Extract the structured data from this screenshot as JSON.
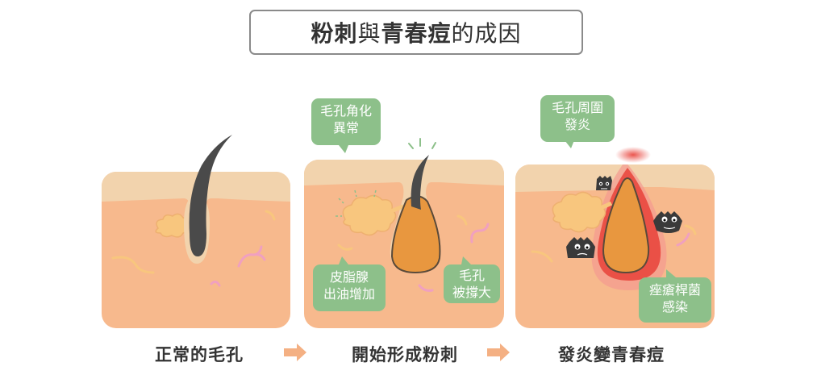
{
  "title": {
    "part1": "粉刺",
    "part2": "與",
    "part3": "青春痘",
    "part4": "的成因"
  },
  "stages": [
    {
      "label": "正常的毛孔"
    },
    {
      "label": "開始形成粉刺"
    },
    {
      "label": "發炎變青春痘"
    }
  ],
  "callouts": {
    "keratinization": "毛孔角化\n異常",
    "sebum": "皮脂腺\n出油增加",
    "pore_stretched": "毛孔\n被撐大",
    "inflammation": "毛孔周圍\n發炎",
    "bacteria": "痤瘡桿菌\n感染"
  },
  "colors": {
    "skin": "#f7b98d",
    "skin_top": "#f2d3ad",
    "hair": "#4a4a4a",
    "sebum": "#e8973f",
    "callout": "#8dc08a",
    "arrow": "#f4b083",
    "inflammation": "#e8423a"
  }
}
